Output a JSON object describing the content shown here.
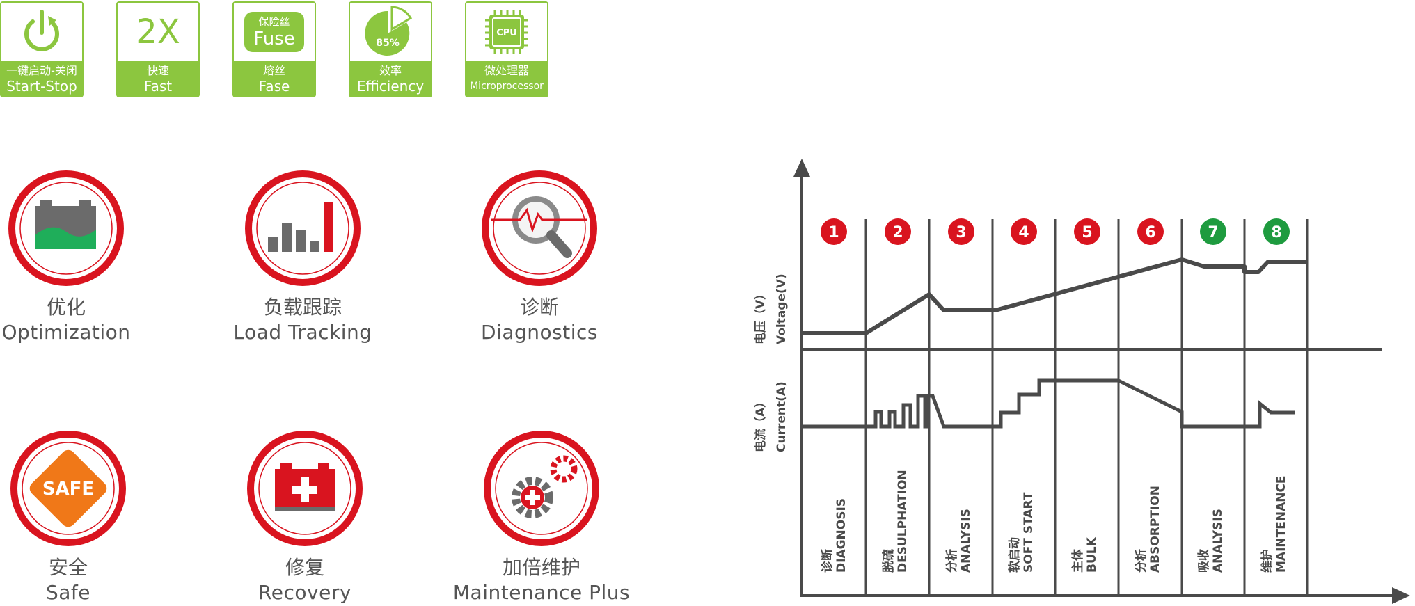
{
  "badges": [
    {
      "cn": "一键启动-关闭",
      "en": "Start-Stop",
      "icon": "power-icon"
    },
    {
      "cn": "快速",
      "en": "Fast",
      "icon_text": "2X",
      "icon": "speed-2x-icon"
    },
    {
      "cn": "熔丝",
      "en": "Fase",
      "icon_text_top": "保险丝",
      "icon_text_bottom": "Fuse",
      "icon": "fuse-icon"
    },
    {
      "cn": "效率",
      "en": "Efficiency",
      "icon_text": "85%",
      "icon": "efficiency-pie-icon"
    },
    {
      "cn": "微处理器",
      "en": "Microprocessor",
      "icon_text": "CPU",
      "icon": "cpu-icon"
    }
  ],
  "features": [
    {
      "cn": "优化",
      "en": "Optimization",
      "icon": "battery-optimization-icon"
    },
    {
      "cn": "负载跟踪",
      "en": "Load Tracking",
      "icon": "bar-chart-icon"
    },
    {
      "cn": "诊断",
      "en": "Diagnostics",
      "icon": "magnifier-pulse-icon"
    },
    {
      "cn": "安全",
      "en": "Safe",
      "icon_text": "SAFE",
      "icon": "safe-diamond-icon"
    },
    {
      "cn": "修复",
      "en": "Recovery",
      "icon": "battery-plus-icon"
    },
    {
      "cn": "加倍维护",
      "en": "Maintenance Plus",
      "icon": "gears-plus-icon"
    }
  ],
  "diagram": {
    "voltage_label_cn": "电压（V）",
    "voltage_label_en": "Voltage(V)",
    "current_label_cn": "电流（A）",
    "current_label_en": "Current(A)",
    "stages": [
      {
        "num": "1",
        "cn": "诊断",
        "en": "DIAGNOSIS",
        "color": "#d9141f"
      },
      {
        "num": "2",
        "cn": "脱硫",
        "en": "DESULPHATION",
        "color": "#d9141f"
      },
      {
        "num": "3",
        "cn": "分析",
        "en": "ANALYSIS",
        "color": "#d9141f"
      },
      {
        "num": "4",
        "cn": "软启动",
        "en": "SOFT START",
        "color": "#d9141f"
      },
      {
        "num": "5",
        "cn": "主体",
        "en": "BULK",
        "color": "#d9141f"
      },
      {
        "num": "6",
        "cn": "分析",
        "en": "ABSORPTION",
        "color": "#d9141f"
      },
      {
        "num": "7",
        "cn": "吸收",
        "en": "ANALYSIS",
        "color": "#1e9b3f"
      },
      {
        "num": "8",
        "cn": "维护",
        "en": "MAINTENANCE",
        "color": "#1e9b3f"
      }
    ]
  },
  "colors": {
    "green": "#8cc63f",
    "red": "#d9141f",
    "dark": "#4a4a4a"
  }
}
